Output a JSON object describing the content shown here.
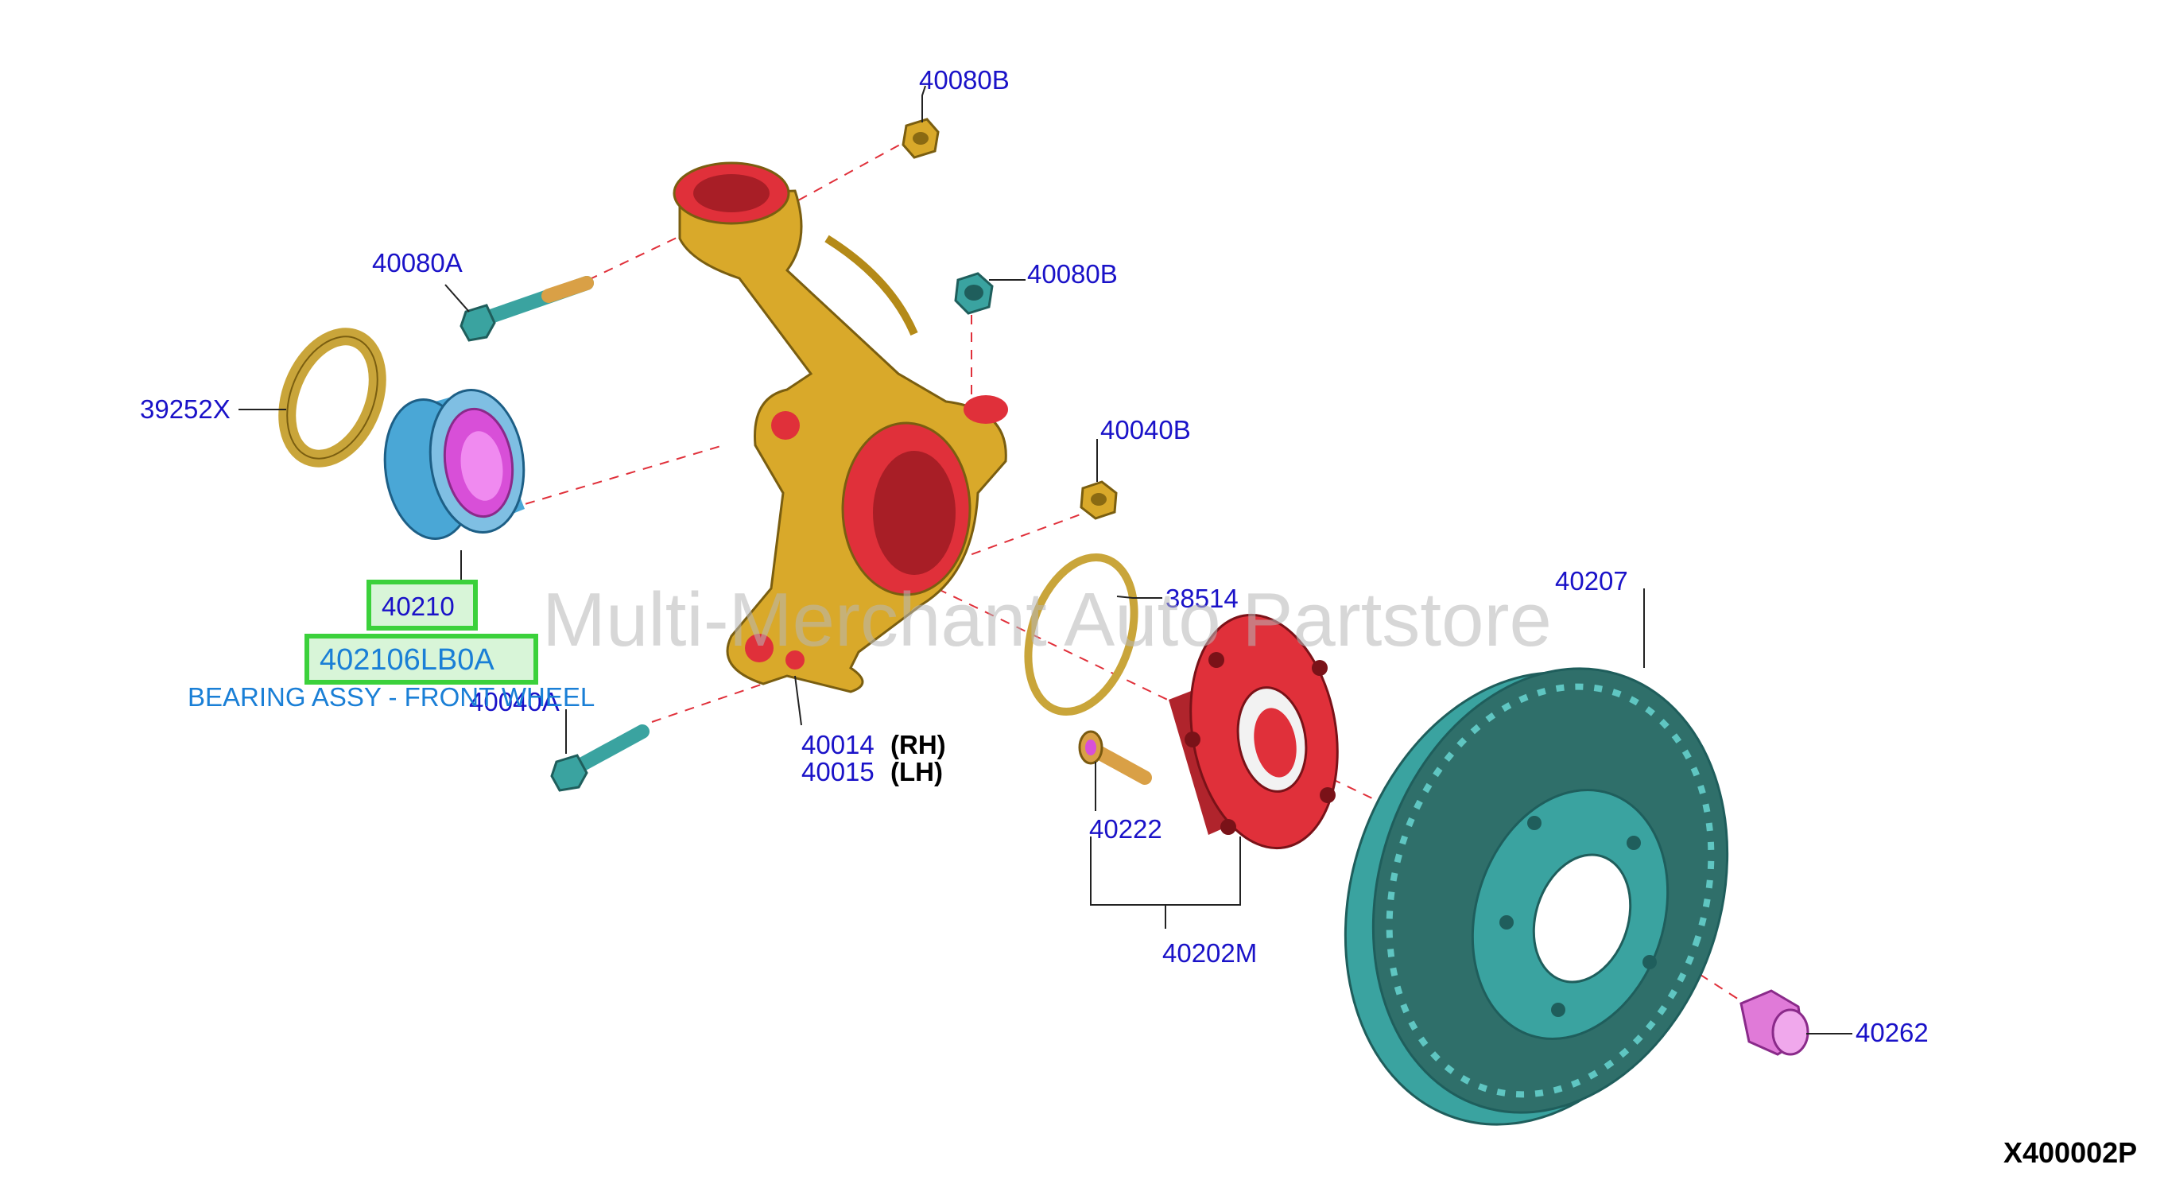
{
  "watermark": "Multi-Merchant Auto Partstore",
  "diagram_code": "X400002P",
  "highlight": {
    "ref": "40210",
    "part_number": "402106LB0A",
    "description": "BEARING ASSY - FRONT WHEEL"
  },
  "callouts": {
    "nut_top": "40080B",
    "nut_mid": "40080B",
    "bolt_upper": "40080A",
    "seal": "39252X",
    "nut_lower": "40040B",
    "bolt_lower": "40040A",
    "snap_ring": "38514",
    "knuckle_rh": "40014",
    "knuckle_lh": "40015",
    "stud": "40222",
    "hub_assy": "40202M",
    "rotor": "40207",
    "hub_nut": "40262"
  },
  "sides": {
    "rh": "(RH)",
    "lh": "(LH)"
  },
  "colors": {
    "label": "#1a12c8",
    "highlight_border": "#3bd13b",
    "highlight_fill": "#d8f5d8",
    "part_number": "#1a7fd6",
    "knuckle": "#d9a92a",
    "knuckle_inner": "#e0303a",
    "hub": "#e0303a",
    "rotor": "#3aa3a0",
    "bearing": "#4aa7d6",
    "bearing_inner": "#d84fd8",
    "seal": "#c9a53a",
    "bolt": "#3aa3a0",
    "stud": "#d9a046",
    "hub_nut": "#e07ad8",
    "dash": "#e0303a"
  }
}
